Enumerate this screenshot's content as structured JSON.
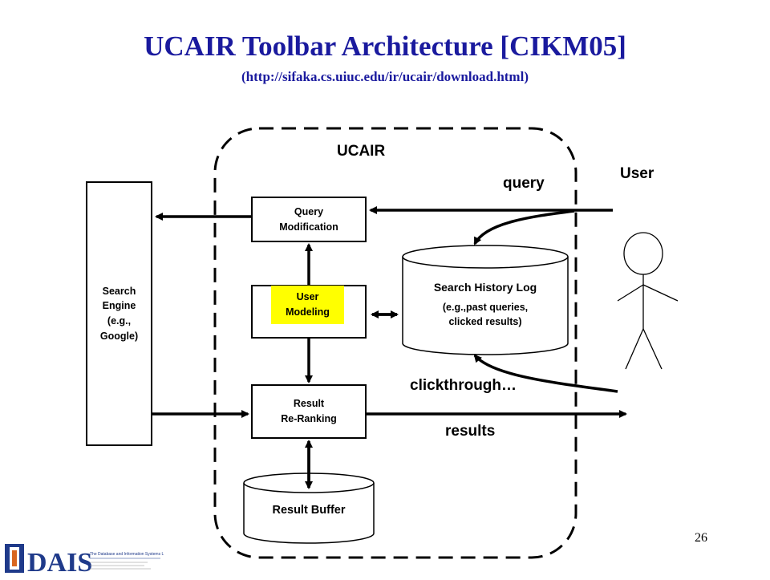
{
  "slide": {
    "title": "UCAIR Toolbar Architecture [CIKM05]",
    "subtitle": "(http://sifaka.cs.uiuc.edu/ir/ucair/download.html)",
    "page_number": "26"
  },
  "diagram": {
    "ucair_label": "UCAIR",
    "user_label": "User",
    "search_engine": "Search\nEngine\n(e.g.,\nGoogle)",
    "query_modification": "Query\nModification",
    "user_modeling": "User\nModeling",
    "result_reranking": "Result\nRe-Ranking",
    "result_buffer": "Result Buffer",
    "search_history_title": "Search History Log",
    "search_history_detail": "(e.g.,past queries,\nclicked results)",
    "query_label": "query",
    "clickthrough_label": "clickthrough…",
    "results_label": "results"
  },
  "logo": {
    "letters": "IDAIS",
    "text": "The Database and Information Systems Laboratory"
  },
  "colors": {
    "title": "#1a1a9e",
    "highlight": "#ffff00",
    "logo_blue": "#1f3a8a"
  }
}
